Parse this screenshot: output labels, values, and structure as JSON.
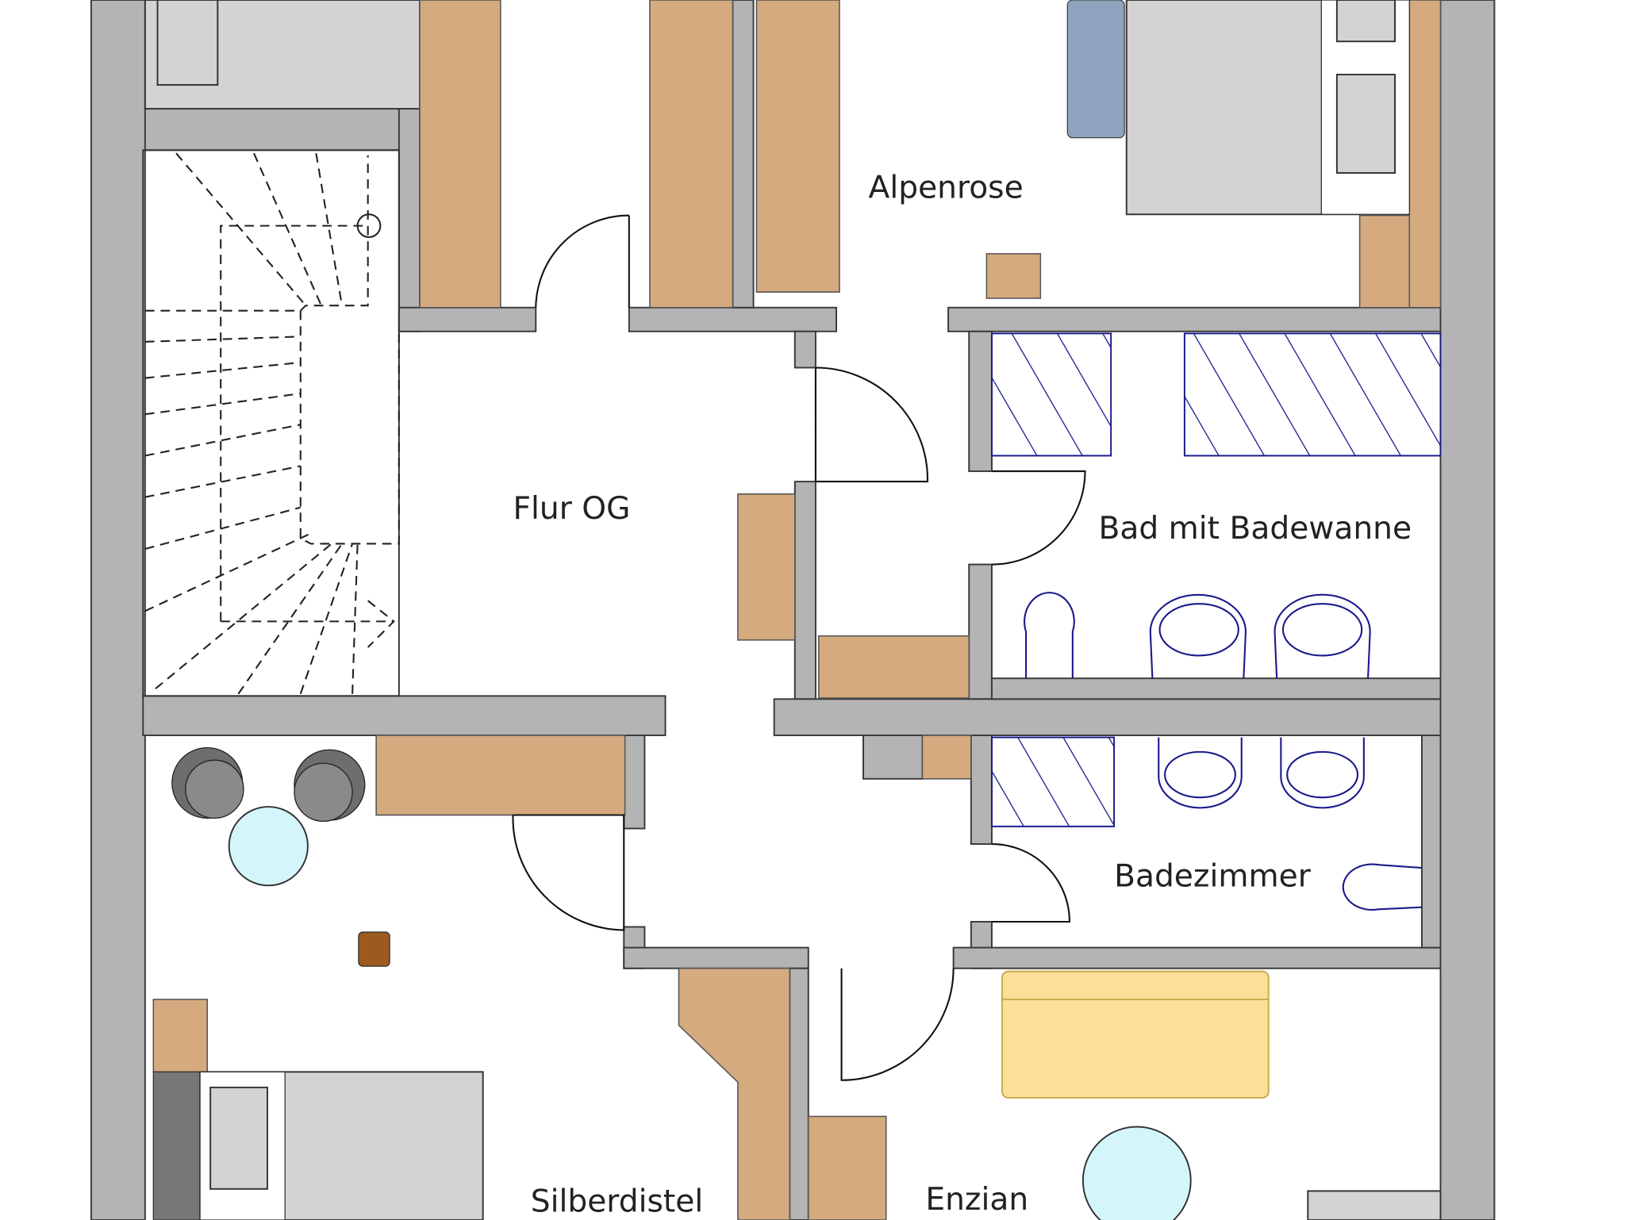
{
  "rooms": {
    "alpenrose": "Alpenrose",
    "flur": "Flur OG",
    "bad_wanne": "Bad mit Badewanne",
    "badezimmer": "Badezimmer",
    "silberdistel": "Silberdistel",
    "enzian": "Enzian"
  },
  "colors": {
    "wall": "#b4b4b4",
    "furniture": "#d5aa7f",
    "fixtures": "#1a1a8c",
    "table": "#d4f6fb",
    "sofa": "#fbe09a"
  }
}
